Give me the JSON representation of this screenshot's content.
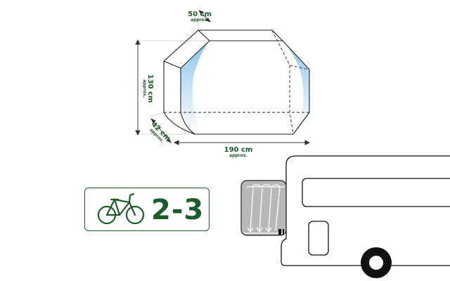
{
  "dimensions": {
    "depth": {
      "value": "50 cm",
      "note": "approx."
    },
    "height": {
      "value": "130 cm",
      "note": "approx."
    },
    "width": {
      "value": "42 cm",
      "note": "approx."
    },
    "length": {
      "value": "190 cm",
      "note": "approx."
    }
  },
  "badge": {
    "icon": "bicycle-icon",
    "bike_count": "2-3"
  },
  "colors": {
    "accent": "#1f5a2a",
    "cover_shade": "#8fc4ec"
  }
}
